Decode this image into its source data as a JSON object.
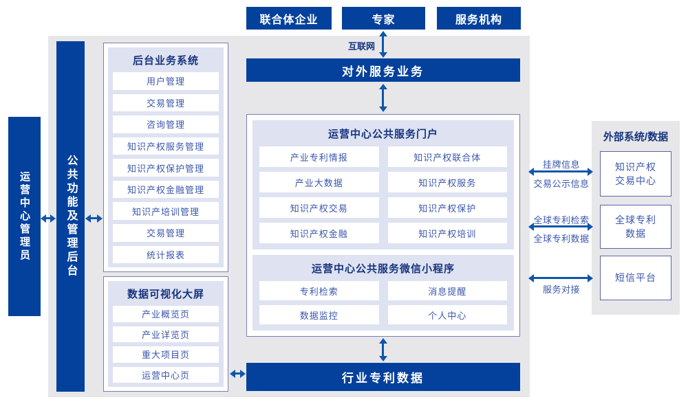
{
  "colors": {
    "primary_blue": "#04419c",
    "arrow_blue": "#1156a9",
    "title_navy": "#16347e",
    "item_text_blue": "#3a57ab",
    "panel_lavender": "#dee2f1",
    "background_grey": "#e7e7e9",
    "border_purple": "#7a7eb5"
  },
  "top_actors": [
    "联合体企业",
    "专家",
    "服务机构"
  ],
  "internet_label": "互联网",
  "external_service_bar": "对外服务业务",
  "left_rail": {
    "admin_label": "运营中心管理员",
    "backend_rail_label": "公共功能及管理后台"
  },
  "backend_system": {
    "title": "后台业务系统",
    "items": [
      "用户管理",
      "交易管理",
      "咨询管理",
      "知识产权服务管理",
      "知识产权保护管理",
      "知识产权金融管理",
      "知识产培训管理",
      "交易管理",
      "统计报表"
    ]
  },
  "dashboard": {
    "title": "数据可视化大屏",
    "items": [
      "产业概览页",
      "产业详览页",
      "重大项目页",
      "运营中心页"
    ]
  },
  "portal": {
    "title": "运营中心公共服务门户",
    "items": [
      "产业专利情报",
      "知识产权联合体",
      "产业大数据",
      "知识产权服务",
      "知识产权交易",
      "知识产权保护",
      "知识产权金融",
      "知识产权培训"
    ]
  },
  "mini_program": {
    "title": "运营中心公共服务微信小程序",
    "items": [
      "专利检索",
      "消息提醒",
      "数据监控",
      "个人中心"
    ]
  },
  "industry_data_bar": "行业专利数据",
  "external_systems": {
    "title": "外部系统/数据",
    "boxes": [
      "知识产权\n交易中心",
      "全球专利\n数据",
      "短信平台"
    ],
    "link_labels": {
      "trade_top": "挂牌信息",
      "trade_bottom": "交易公示信息",
      "patent_top": "全球专利检索",
      "patent_bottom": "全球专利数据",
      "service_bottom": "服务对接"
    }
  }
}
